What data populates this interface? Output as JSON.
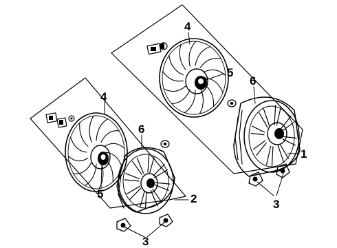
{
  "diagram": {
    "labels": {
      "fan_upper": "4",
      "motor_upper": "5",
      "shroud_upper": "6",
      "assembly_upper": "1",
      "mount_upper": "3",
      "fan_lower": "4",
      "shroud_lower": "6",
      "motor_lower": "5",
      "assembly_lower": "2",
      "mount_lower": "3"
    }
  }
}
